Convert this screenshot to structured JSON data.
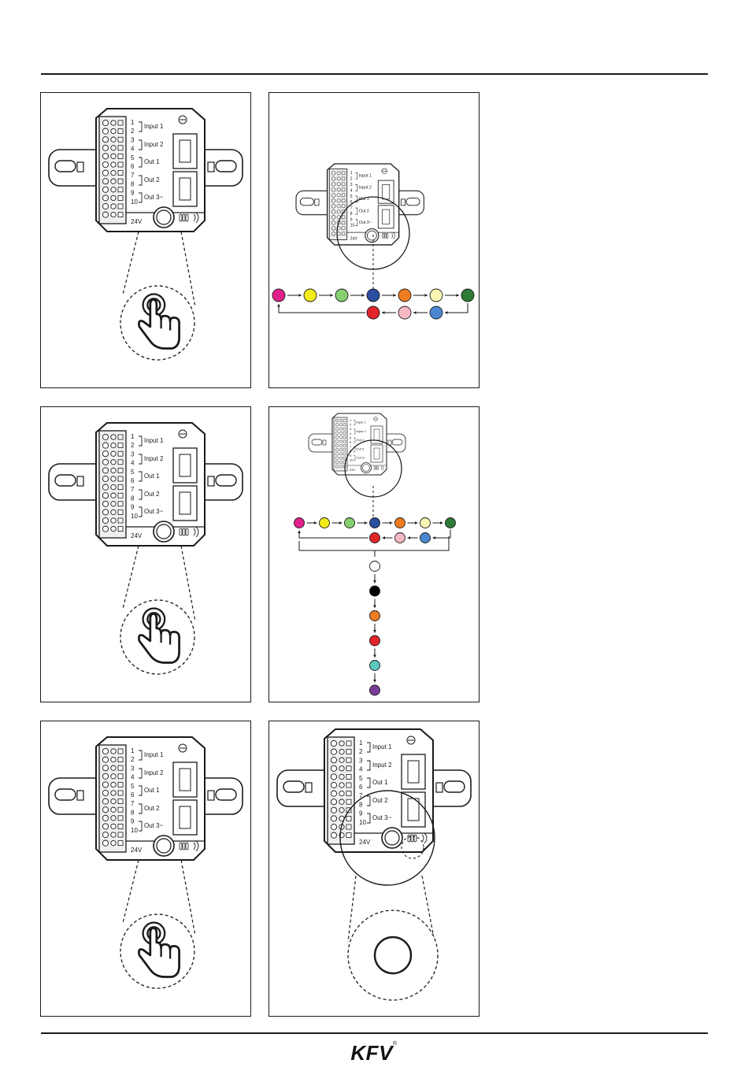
{
  "device": {
    "input_1_label": "Input 1",
    "input_2_label": "Input 2",
    "output_1_label": "Out 1",
    "output_2_label": "Out 2",
    "output_3_label": "Out 3~",
    "terminal_numbers": [
      "1",
      "2",
      "3",
      "4",
      "5",
      "6",
      "7",
      "8",
      "9",
      "10"
    ],
    "power_label": "24V",
    "body_color": "#ffffff",
    "line_color": "#1a1a1a"
  },
  "color_sequence_main": {
    "top_row": [
      "#e2218b",
      "#f2ec1c",
      "#86cf70",
      "#2a4ea0",
      "#ee7d22",
      "#fbf6b4",
      "#2d7b35"
    ],
    "bottom_row": [
      "#e2242d",
      "#f6b8c2",
      "#4b87d1"
    ]
  },
  "color_sequence_extended": {
    "chain": [
      "#ffffff",
      "#000000",
      "#ee7d22",
      "#e2242d",
      "#5cc6bd",
      "#7a3d96"
    ]
  },
  "footer": {
    "brand": "KFV",
    "registered_mark": "®"
  }
}
